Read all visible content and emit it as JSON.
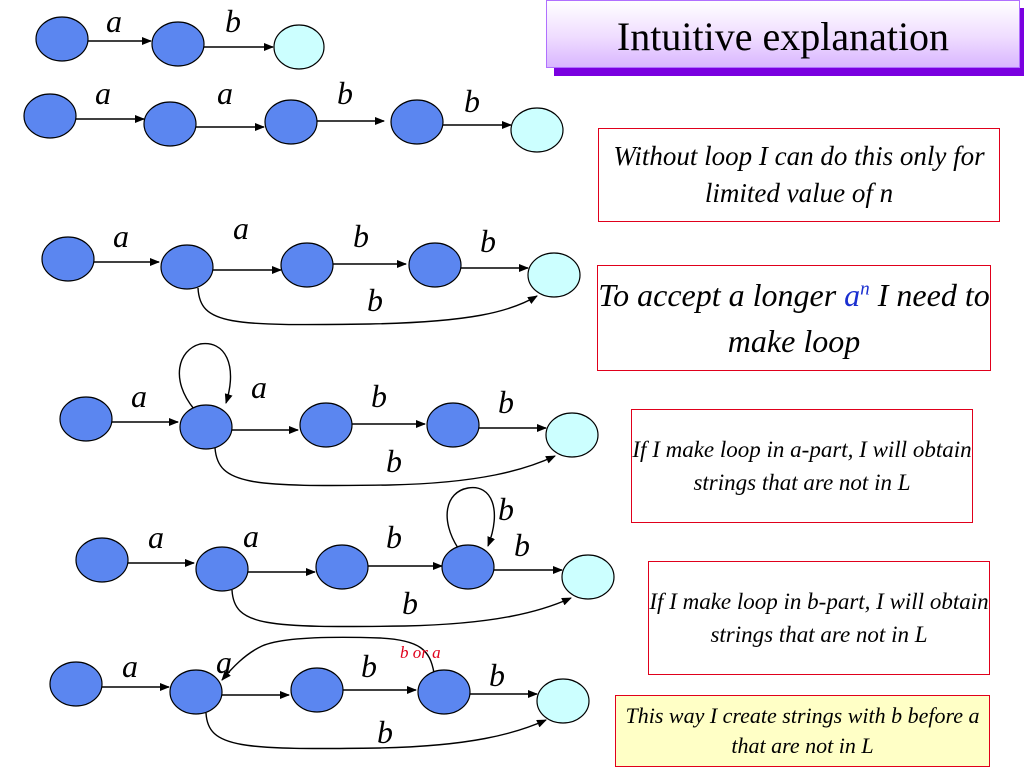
{
  "title": "Intuitive explanation",
  "colors": {
    "state_fill": "#5b86f0",
    "final_fill": "#ccffff",
    "note_border": "#e0001b",
    "title_accent": "#7a00e0",
    "last_note_bg": "#ffffc6"
  },
  "notes": {
    "n1": "Without loop I can do this only for limited value of n",
    "n2_pre": "To accept a longer ",
    "n2_a": "a",
    "n2_sup": "n",
    "n2_post": " I need to make loop",
    "n3": "If I make loop in a-part, I will obtain strings that are not in L",
    "n4": "If I make loop in b-part, I will obtain strings that are not in L",
    "n5": "This way I create strings with b before a that are not in L"
  },
  "diagram_labels": {
    "r1": [
      "a",
      "b"
    ],
    "r2": [
      "a",
      "a",
      "b",
      "b"
    ],
    "r3": [
      "a",
      "a",
      "b",
      "b",
      "b"
    ],
    "r4": [
      "a",
      "a",
      "b",
      "b",
      "b"
    ],
    "r5": [
      "a",
      "a",
      "b",
      "b",
      "b",
      "b"
    ],
    "r6": [
      "a",
      "a",
      "b",
      "b",
      "b",
      "b or a"
    ]
  }
}
